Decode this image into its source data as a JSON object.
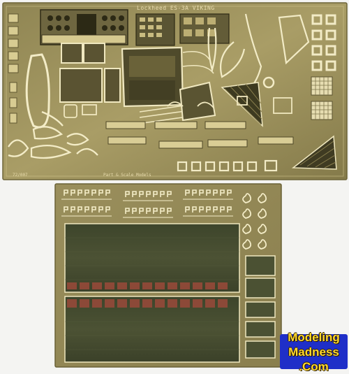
{
  "photo": {
    "subject": "photo-etched brass frets",
    "fret_top_title": "Lockheed ES-3A VIKING",
    "fret_top_subtitle": "Part & Scale Models",
    "fret_bottom_tag": "72/007"
  },
  "watermark": {
    "line1": "Modeling",
    "line2": "Madness",
    "line3": ".Com"
  },
  "colors": {
    "background": "#f4f4f2",
    "brass": "#b9ac75",
    "brass_dark": "#5f5a36",
    "brass_green": "#4e5536",
    "plastic_red": "#9a4a3a",
    "watermark_bg": "#1f2fc8",
    "watermark_text": "#ffd92e"
  }
}
